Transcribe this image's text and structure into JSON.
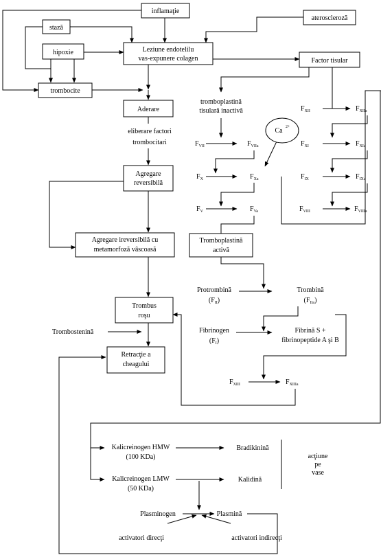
{
  "boxes": {
    "inflamatie": "inflamaţie",
    "staza": "stază",
    "ateroscleroza": "ateroscleroză",
    "hipoxie": "hipoxie",
    "leziune_1": "Leziune endotelilu",
    "leziune_2": "vas-expunere colagen",
    "factor_tisular": "Factor tisular",
    "trombocite": "trombocite",
    "aderare": "Aderare",
    "agregare_rev_1": "Agregare",
    "agregare_rev_2": "reversibilă",
    "agregare_irev_1": "Agregare ireversibilă cu",
    "agregare_irev_2": "metamorfoză vâscoasă",
    "tromboplastina_activa_1": "Tromboplastină",
    "tromboplastina_activa_2": "activă",
    "trombus_1": "Trombus",
    "trombus_2": "roşu",
    "retractie_1": "Retracţie a",
    "retractie_2": "cheagului"
  },
  "labels": {
    "eliberare_1": "eliberare factori",
    "eliberare_2": "trombocitari",
    "tromboplastina_inactiva_1": "tromboplastină",
    "tromboplastina_inactiva_2": "tisulară inactivă",
    "calcium": "Ca",
    "calcium_sup": "2+",
    "trombostenina": "Trombostenină",
    "protrombina": "Protrombină",
    "protrombina_f": "(F",
    "protrombina_sub": "II",
    "trombina": "Trombină",
    "trombina_f": "(F",
    "trombina_sub": "IIa",
    "fibrinogen": "Fibrinogen",
    "fibrinogen_f": "(F",
    "fibrinogen_sub": "I",
    "fibrina_1": "Fibrină S +",
    "fibrina_2": "fibrinopeptide A şi B",
    "kalicreinogen_hmw_1": "Kalicreinogen HMW",
    "kalicreinogen_hmw_2": "(100 KDa)",
    "bradikinina": "Bradikinină",
    "kalicreinogen_lmw_1": "Kalicreinogen LMW",
    "kalicreinogen_lmw_2": "(50 KDa)",
    "kalidina": "Kalidină",
    "actiune_1": "acţiune",
    "actiune_2": "pe",
    "actiune_3": "vase",
    "plasminogen": "Plasminogen",
    "plasmina": "Plasmină",
    "activatori_directi": "activatori direcţi",
    "activatori_indirecti": "activatori indirecţi",
    "close_paren": ")"
  },
  "factors": {
    "F": "F",
    "VII": "VII",
    "VIIa": "VIIa",
    "X": "X",
    "Xa": "Xa",
    "V": "V",
    "Va": "Va",
    "XII": "XII",
    "XIIa": "XIIa",
    "XI": "XI",
    "XIa": "XIa",
    "IX": "IX",
    "IXa": "IXa",
    "VIII": "VIII",
    "VIIIa": "VIIIa",
    "XIII": "XIII",
    "XIIIa": "XIIIa"
  }
}
